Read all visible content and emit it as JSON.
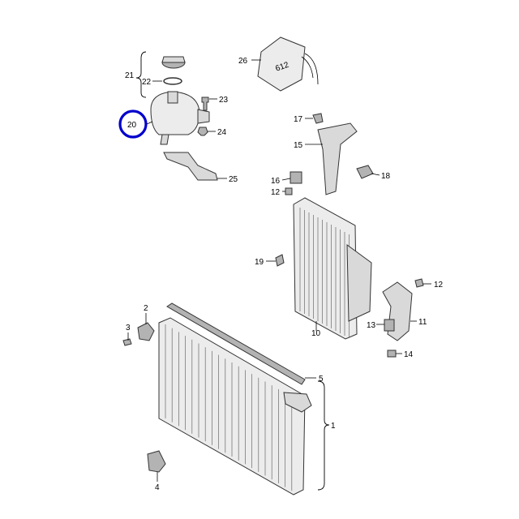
{
  "highlight_color": "#0000cc",
  "callouts": {
    "c1": "1",
    "c2": "2",
    "c3": "3",
    "c4": "4",
    "c5": "5",
    "c10": "10",
    "c11": "11",
    "c12a": "12",
    "c12b": "12",
    "c13": "13",
    "c14": "14",
    "c15": "15",
    "c16": "16",
    "c17": "17",
    "c18": "18",
    "c19": "19",
    "c20": "20",
    "c21": "21",
    "c22": "22",
    "c23": "23",
    "c24": "24",
    "c25": "25",
    "c26": "26"
  },
  "sensor_label": "612"
}
